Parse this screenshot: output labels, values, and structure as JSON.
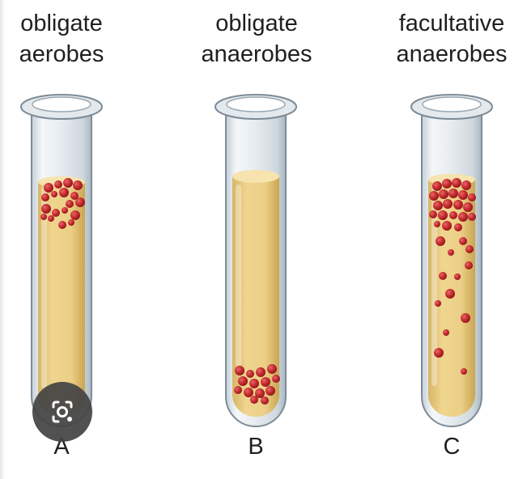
{
  "tubes": [
    {
      "letter": "A",
      "label_line1": "obligate",
      "label_line2": "aerobes"
    },
    {
      "letter": "B",
      "label_line1": "obligate",
      "label_line2": "anaerobes"
    },
    {
      "letter": "C",
      "label_line1": "facultative",
      "label_line2": "anaerobes"
    }
  ],
  "overlay": {
    "icon": "lens-search-icon"
  },
  "colors": {
    "medium": "#e8c77a",
    "medium_dark": "#d9b25c",
    "bacteria": "#c42b2f",
    "glass": "#d6dee4",
    "glass_edge": "#7d8c98"
  }
}
